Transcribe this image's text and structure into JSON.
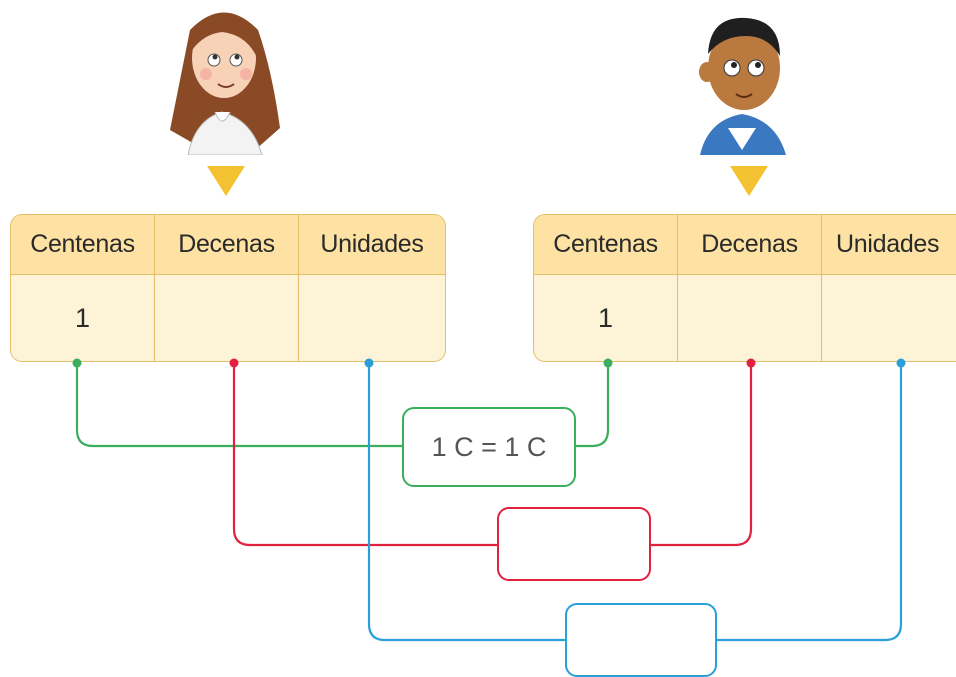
{
  "left_table": {
    "headers": [
      "Centenas",
      "Decenas",
      "Unidades"
    ],
    "values": [
      "1",
      "",
      ""
    ]
  },
  "right_table": {
    "headers": [
      "Centenas",
      "Decenas",
      "Unidades"
    ],
    "values": [
      "1",
      "",
      ""
    ]
  },
  "comparisons": {
    "centenas": "1 C = 1 C",
    "decenas": "",
    "unidades": ""
  },
  "colors": {
    "arrow": "#f2c230",
    "table_header": "#fde2a4",
    "table_body": "#fdf3d6",
    "table_border": "#e3bf6a",
    "centenas_line": "#3aae5c",
    "decenas_line": "#e0223f",
    "unidades_line": "#2b9fd8"
  },
  "characters": {
    "left": "girl-character-icon",
    "right": "boy-character-icon"
  }
}
